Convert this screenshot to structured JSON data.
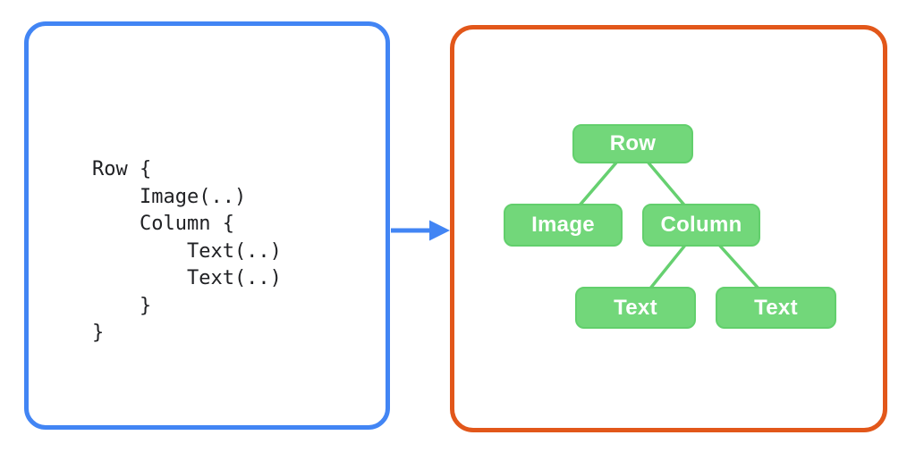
{
  "colors": {
    "background": "#FFFFFF",
    "panel_left_border": "#4285F4",
    "panel_right_border": "#E2571A",
    "arrow": "#4285F4",
    "node_fill": "#72D77A",
    "node_border": "#62CF6C",
    "node_text": "#FFFFFF",
    "edge": "#66D070",
    "code_text": "#202124"
  },
  "code_panel": {
    "lines": [
      "Row {",
      "    Image(..)",
      "    Column {",
      "        Text(..)",
      "        Text(..)",
      "    }",
      "}"
    ]
  },
  "tree_panel": {
    "nodes": [
      {
        "id": "row",
        "label": "Row"
      },
      {
        "id": "image",
        "label": "Image"
      },
      {
        "id": "column",
        "label": "Column"
      },
      {
        "id": "text-1",
        "label": "Text"
      },
      {
        "id": "text-2",
        "label": "Text"
      }
    ],
    "edges": [
      [
        "row",
        "image"
      ],
      [
        "row",
        "column"
      ],
      [
        "column",
        "text-1"
      ],
      [
        "column",
        "text-2"
      ]
    ]
  }
}
